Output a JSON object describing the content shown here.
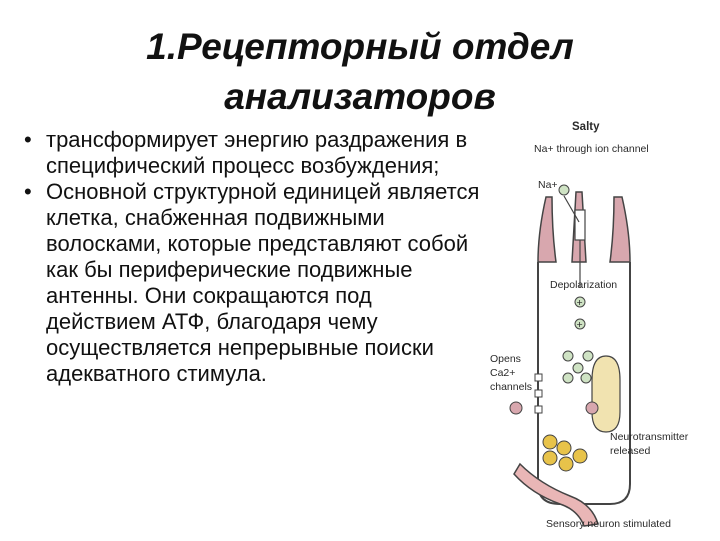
{
  "title": {
    "line1": "1.Рецепторный отдел",
    "line2": "анализаторов"
  },
  "bullets": [
    "трансформирует энергию раздражения в специфический процесс возбуждения;",
    "Основной структурной единицей  является клетка, снабженная подвижными волосками, которые представляют собой как бы периферические подвижные антенны. Они сокращаются под действием АТФ, благодаря чему осуществляется непрерывные поиски адекватного стимула."
  ],
  "figure": {
    "salty": "Salty",
    "na_channel": "Na+ through ion channel",
    "na_ion": "Na+",
    "depolarization": "Depolarization",
    "opens": "Opens",
    "ca": "Ca2+",
    "channels": "channels",
    "neurotransmitter": "Neurotransmitter",
    "released": "released",
    "sensory": "Sensory neuron stimulated",
    "plus_sign": "+",
    "colors": {
      "cell_outline": "#444444",
      "hair_fill": "#d8a7ae",
      "nucleus_fill": "#f1e3b0",
      "vesicle_fill": "#e8c34a",
      "neuron_fill": "#e9b6b6",
      "ion_fill": "#cfe3c4"
    }
  }
}
